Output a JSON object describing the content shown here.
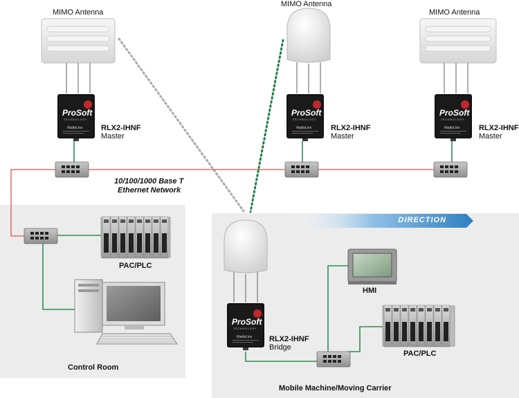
{
  "antennas": {
    "left_label": "MIMO Antenna",
    "center_label": "MIMO Antenna",
    "right_label": "MIMO Antenna"
  },
  "radios": {
    "brand": "ProSoft",
    "brand_sub": "TECHNOLOGY",
    "product_line": "RadioLinx",
    "left": {
      "model": "RLX2-IHNF",
      "role": "Master"
    },
    "center": {
      "model": "RLX2-IHNF",
      "role": "Master"
    },
    "right": {
      "model": "RLX2-IHNF",
      "role": "Master"
    },
    "mobile": {
      "model": "RLX2-IHNF",
      "role": "Bridge"
    }
  },
  "network": {
    "line1": "10/100/1000 Base T",
    "line2": "Ethernet Network"
  },
  "control_room": {
    "title": "Control Room",
    "plc_label": "PAC/PLC"
  },
  "mobile_area": {
    "title": "Mobile Machine/Moving Carrier",
    "direction_label": "DIRECTION",
    "hmi_label": "HMI",
    "plc_label": "PAC/PLC"
  },
  "colors": {
    "ethernet": "#d9534a",
    "wired_link": "#2e8b57",
    "wireless_left": "#aaaaaa",
    "wireless_center": "#1e7d4a",
    "area_fill": "#ececec",
    "direction": "#2f7fc1"
  }
}
